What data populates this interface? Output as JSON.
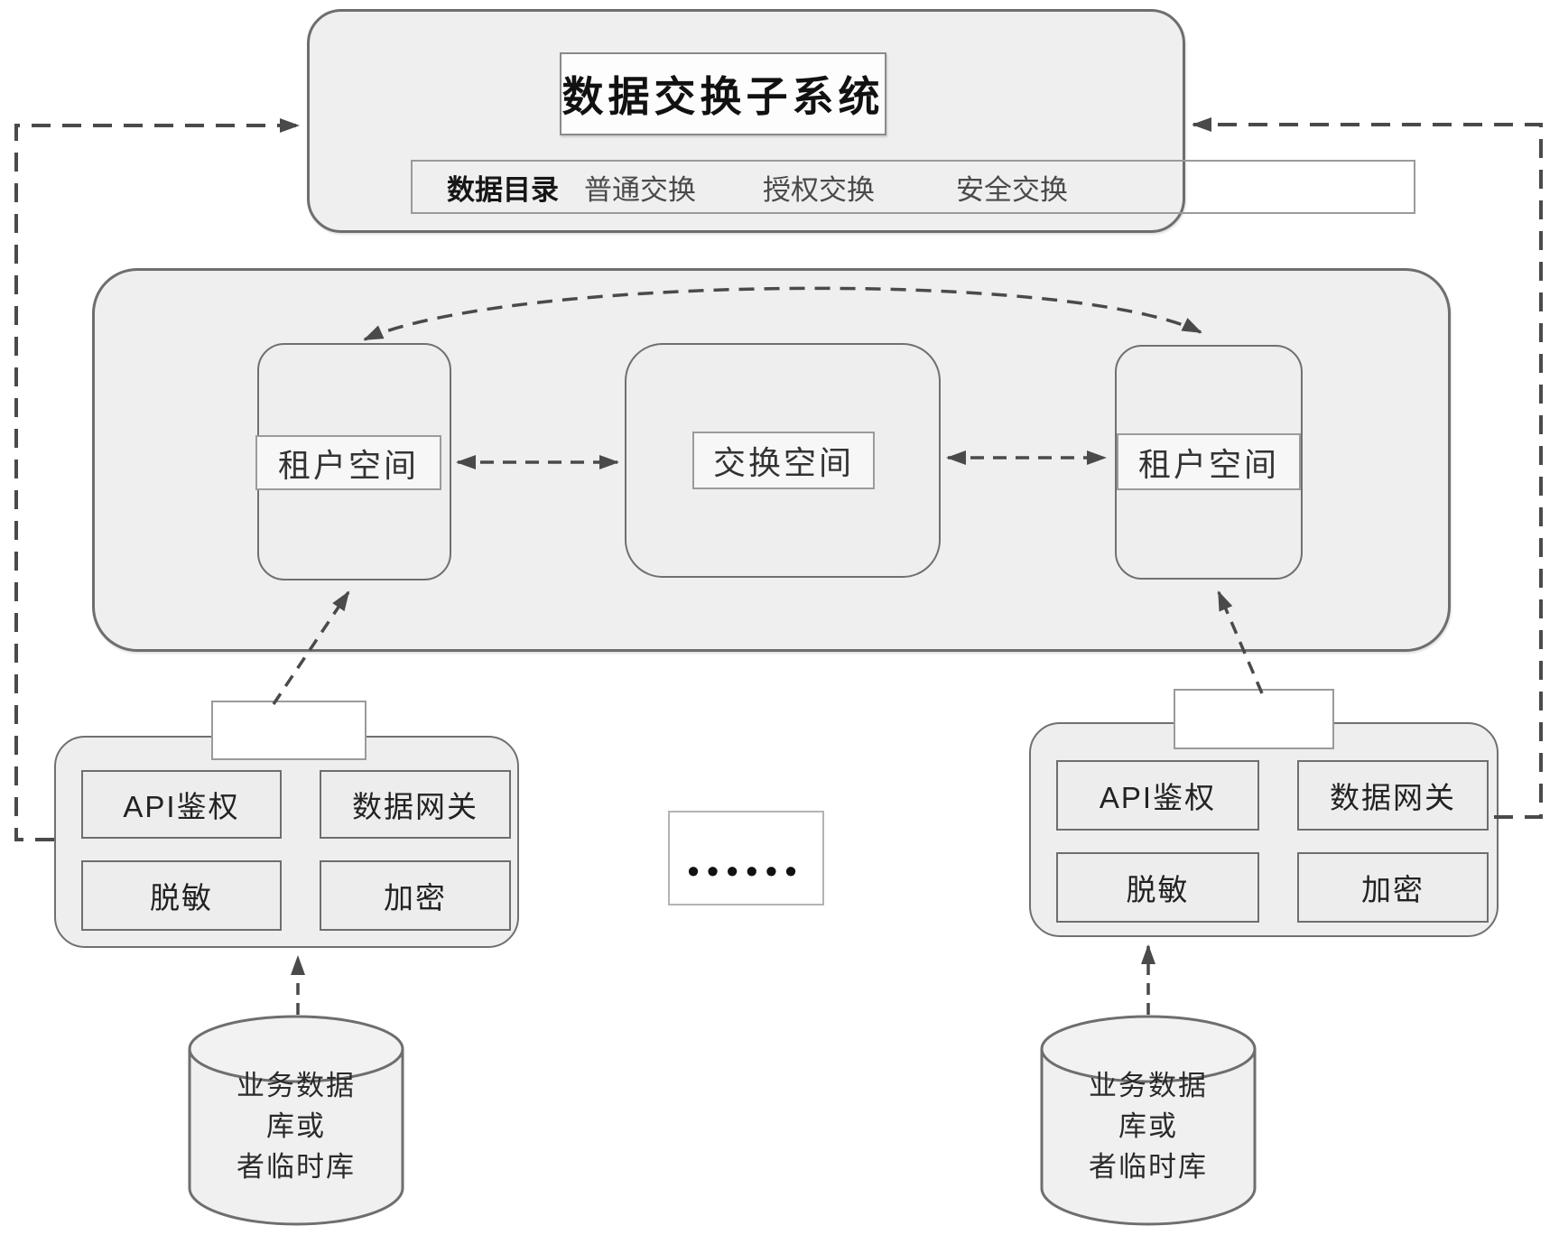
{
  "top_box": {
    "title": "数据交换子系统",
    "tabs": [
      "数据目录",
      "普通交换",
      "授权交换",
      "安全交换"
    ]
  },
  "spaces": {
    "tenant_left": "租户空间",
    "exchange": "交换空间",
    "tenant_right": "租户空间"
  },
  "gateway_left": {
    "modules": [
      "API鉴权",
      "数据网关",
      "脱敏",
      "加密"
    ]
  },
  "gateway_right": {
    "modules": [
      "API鉴权",
      "数据网关",
      "脱敏",
      "加密"
    ]
  },
  "ellipsis": "••••••",
  "database_left": {
    "line1": "业务数据",
    "line2": "库或",
    "line3": "者临时库"
  },
  "database_right": {
    "line1": "业务数据",
    "line2": "库或",
    "line3": "者临时库"
  },
  "colors": {
    "box_fill": "#efefef",
    "box_border": "#6e6e6e",
    "connector": "#4a4a4a",
    "label_fill": "#f7f7f7"
  }
}
